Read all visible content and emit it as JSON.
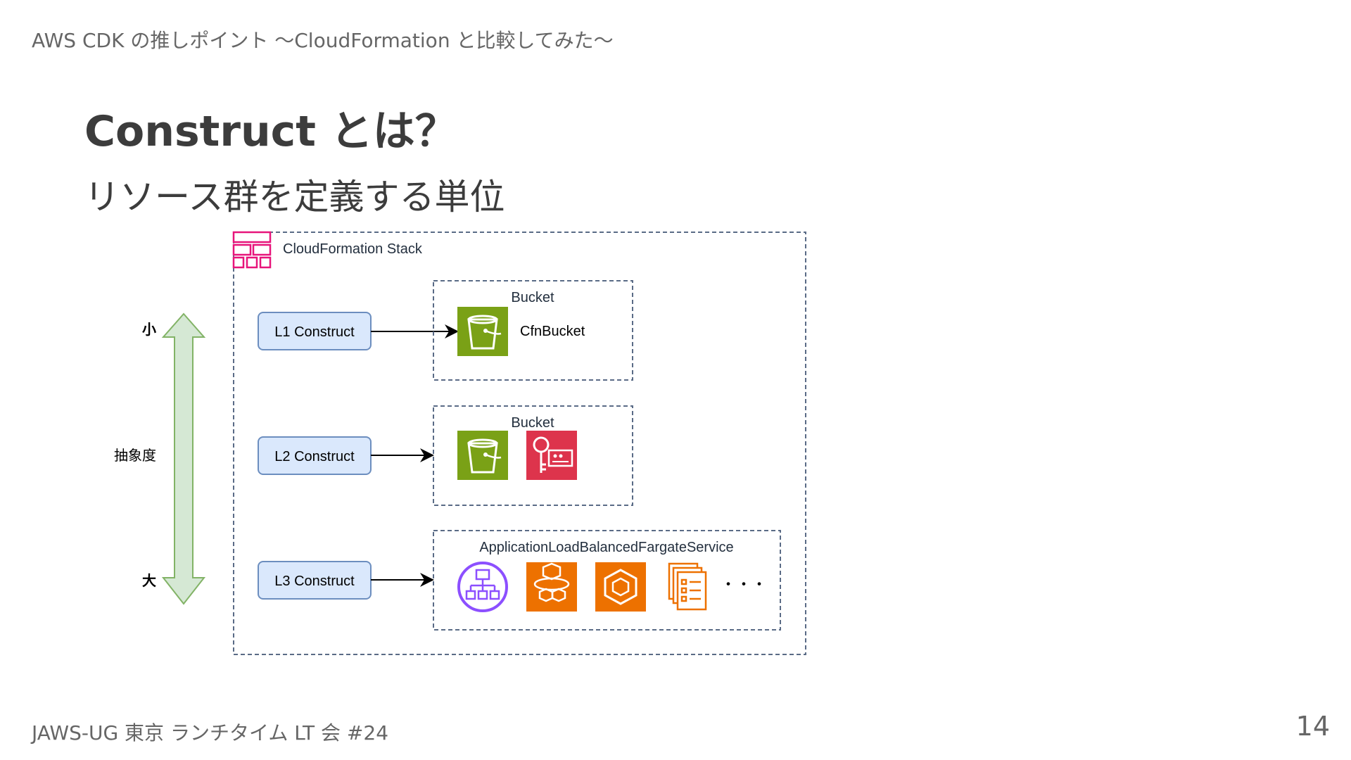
{
  "header": {
    "text": "AWS CDK の推しポイント 〜CloudFormation と比較してみた〜"
  },
  "slide": {
    "title": "Construct とは？",
    "subtitle": "リソース群を定義する単位"
  },
  "diagram": {
    "stack_label": "CloudFormation Stack",
    "abstraction": {
      "low_label": "小",
      "axis_label": "抽象度",
      "high_label": "大"
    },
    "l1": {
      "label": "L1 Construct",
      "group_label": "Bucket",
      "resource_label": "CfnBucket"
    },
    "l2": {
      "label": "L2 Construct",
      "group_label": "Bucket"
    },
    "l3": {
      "label": "L3 Construct",
      "group_label": "ApplicationLoadBalancedFargateService",
      "ellipsis": "・・・"
    },
    "colors": {
      "s3": "#7aa116",
      "kms": "#dd344c",
      "elb": "#8c4fff",
      "compute": "#ed7100",
      "stack": "#e7157b",
      "construct_fill": "#dae8fc",
      "construct_border": "#6c8ebf",
      "arrow_fill": "#d5e8d4",
      "arrow_border": "#82b366"
    },
    "icons": [
      "cloudformation-stack-icon",
      "s3-bucket-icon",
      "kms-key-icon",
      "elb-icon",
      "fargate-icon",
      "ecs-icon",
      "cloudformation-template-icon"
    ]
  },
  "footer": {
    "text": "JAWS-UG 東京 ランチタイム LT 会 #24",
    "page_number": "14"
  }
}
